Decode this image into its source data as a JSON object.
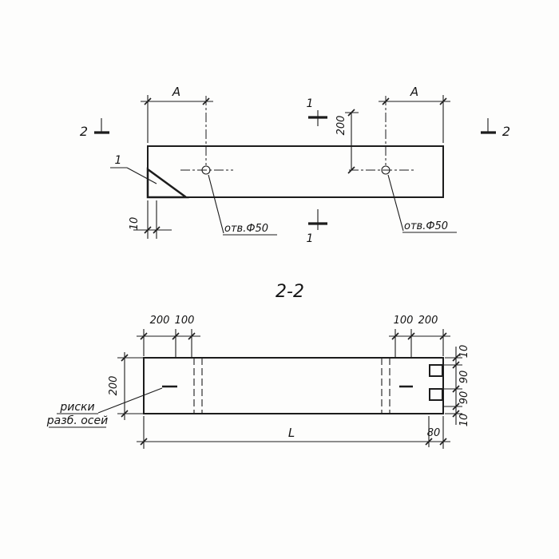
{
  "top_view": {
    "dim_a_left": "A",
    "dim_a_right": "A",
    "dim_200": "200",
    "dim_10": "10",
    "section_1_top": "1",
    "section_1_bottom": "1",
    "section_2_left": "2",
    "section_2_right": "2",
    "detail_callout": "1",
    "hole_label_left": "отв.Ф50",
    "hole_label_right": "отв.Ф50"
  },
  "section_title": "2-2",
  "section_view": {
    "dim_200_top_left": "200",
    "dim_100_top_left": "100",
    "dim_100_top_right": "100",
    "dim_200_top_right": "200",
    "dim_200_left": "200",
    "dim_10_right_top": "10",
    "dim_90_right_upper": "90",
    "dim_90_right_lower": "90",
    "dim_10_right_bottom": "10",
    "dim_length": "L",
    "dim_80": "80",
    "axes_note_line1": "риски",
    "axes_note_line2": "разб. осей"
  }
}
